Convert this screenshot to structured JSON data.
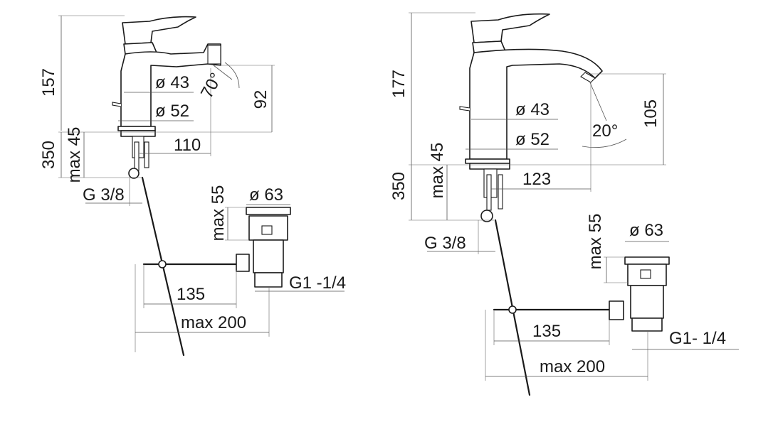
{
  "bidet": {
    "total_height": "157",
    "spout_angle": "70°",
    "diameter_top": "ø 43",
    "diameter_base": "ø 52",
    "spout_height": "92",
    "max_deck": "max 45",
    "overall": "350",
    "projection": "110",
    "inlet": "G 3/8",
    "waste_max": "max 55",
    "waste_diameter": "ø 63",
    "waste_thread": "G1 -1/4",
    "rod_length": "135",
    "rod_max": "max 200"
  },
  "basin": {
    "total_height": "177",
    "diameter_top": "ø 43",
    "diameter_base": "ø 52",
    "spout_angle": "20°",
    "spout_height": "105",
    "max_deck": "max 45",
    "overall": "350",
    "projection": "123",
    "inlet": "G 3/8",
    "waste_max": "max 55",
    "waste_diameter": "ø 63",
    "waste_thread": "G1- 1/4",
    "rod_length": "135",
    "rod_max": "max 200"
  }
}
